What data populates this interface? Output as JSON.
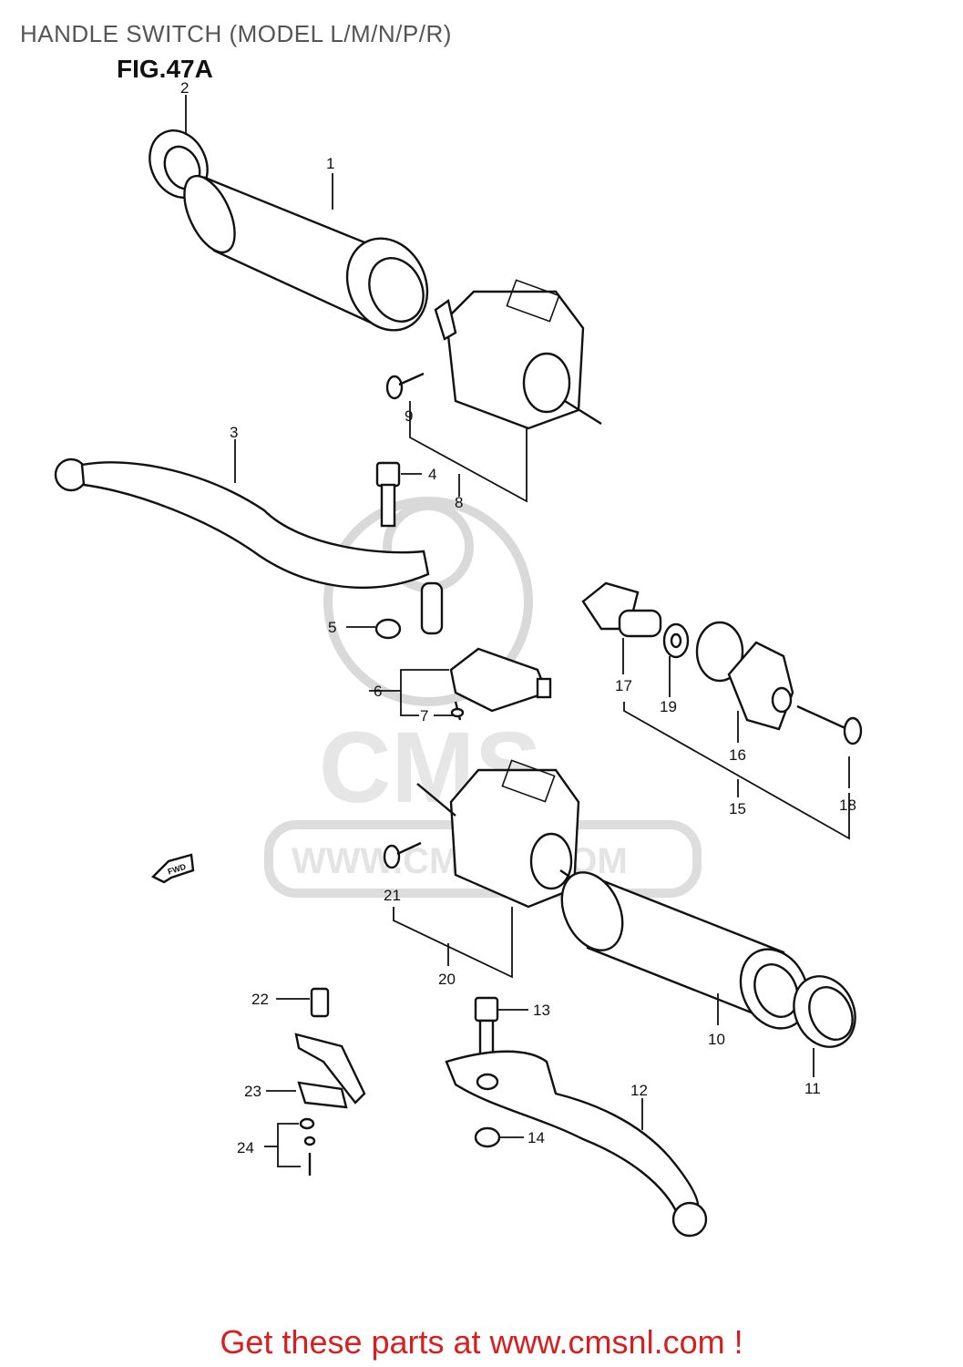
{
  "header": {
    "title": "HANDLE SWITCH (MODEL L/M/N/P/R)",
    "figure": "FIG.47A"
  },
  "watermark": {
    "logo": "CMS",
    "url": "WWW.CMSNL.COM"
  },
  "callouts": [
    "1",
    "2",
    "3",
    "4",
    "5",
    "6",
    "7",
    "8",
    "9",
    "10",
    "11",
    "12",
    "13",
    "14",
    "15",
    "16",
    "17",
    "18",
    "19",
    "20",
    "21",
    "22",
    "23",
    "24"
  ],
  "badge": {
    "text": "FWD"
  },
  "footer": {
    "text": "Get these parts at www.cmsnl.com !"
  },
  "colors": {
    "footer": "#d81e1e",
    "title": "#555555",
    "lines": "#111111",
    "watermark": "#d9d9d9"
  }
}
